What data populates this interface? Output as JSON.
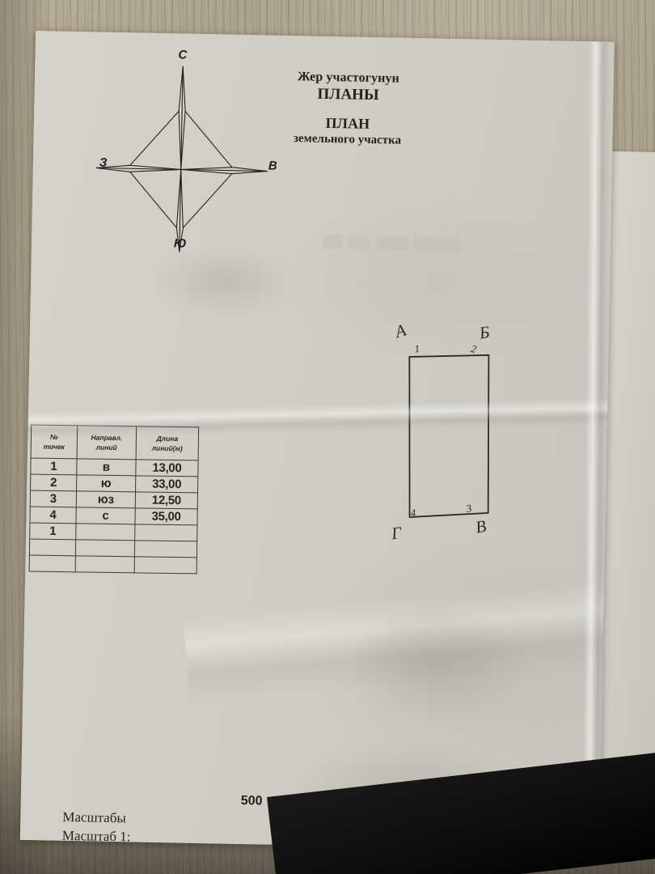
{
  "document": {
    "title_kg_line1": "Жер участогунун",
    "title_kg_line2": "ПЛАНЫ",
    "title_ru_line1": "ПЛАН",
    "title_ru_line2": "земельного участка"
  },
  "compass": {
    "north": "С",
    "east": "В",
    "south": "Ю",
    "west": "З"
  },
  "parcel": {
    "corners": [
      {
        "letter": "А",
        "number": "1"
      },
      {
        "letter": "Б",
        "number": "2"
      },
      {
        "letter": "В",
        "number": "3"
      },
      {
        "letter": "Г",
        "number": "4"
      }
    ]
  },
  "table": {
    "headers": [
      {
        "line1": "№",
        "line2": "точек"
      },
      {
        "line1": "Направл.",
        "line2": "линий"
      },
      {
        "line1": "Длина",
        "line2": "линий(м)"
      }
    ],
    "rows": [
      {
        "point": "1",
        "direction": "в",
        "length": "13,00"
      },
      {
        "point": "2",
        "direction": "ю",
        "length": "33,00"
      },
      {
        "point": "3",
        "direction": "юз",
        "length": "12,50"
      },
      {
        "point": "4",
        "direction": "с",
        "length": "35,00"
      },
      {
        "point": "1",
        "direction": "",
        "length": ""
      },
      {
        "point": "",
        "direction": "",
        "length": ""
      },
      {
        "point": "",
        "direction": "",
        "length": ""
      }
    ]
  },
  "scale": {
    "label_kg": "Масштабы",
    "label_ru": "Масштаб 1:",
    "value": "500"
  },
  "colors": {
    "paper": "#d0cec5",
    "wood": "#a89d88",
    "ink": "#26251f"
  }
}
